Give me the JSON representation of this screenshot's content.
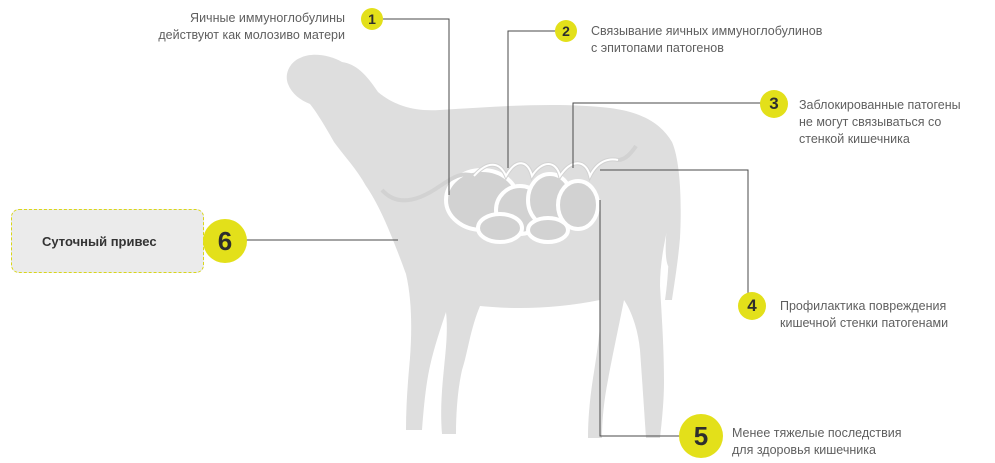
{
  "colors": {
    "badge": "#e3e01a",
    "silhouette": "#dedede",
    "gut": "#d2d2d2",
    "line": "#4a4a4a"
  },
  "callouts": [
    {
      "num": "1",
      "lines": [
        "Яичные иммуноглобулины",
        "действуют как молозиво матери"
      ]
    },
    {
      "num": "2",
      "lines": [
        "Связывание яичных иммуноглобулинов",
        "с эпитопами патогенов"
      ]
    },
    {
      "num": "3",
      "lines": [
        "Заблокированные патогены",
        "не могут связываться со",
        "стенкой кишечника"
      ]
    },
    {
      "num": "4",
      "lines": [
        "Профилактика повреждения",
        "кишечной стенки патогенами"
      ]
    },
    {
      "num": "5",
      "lines": [
        "Менее тяжелые последствия",
        "для здоровья кишечника"
      ]
    },
    {
      "num": "6",
      "lines": [
        "Суточный привес"
      ]
    }
  ]
}
